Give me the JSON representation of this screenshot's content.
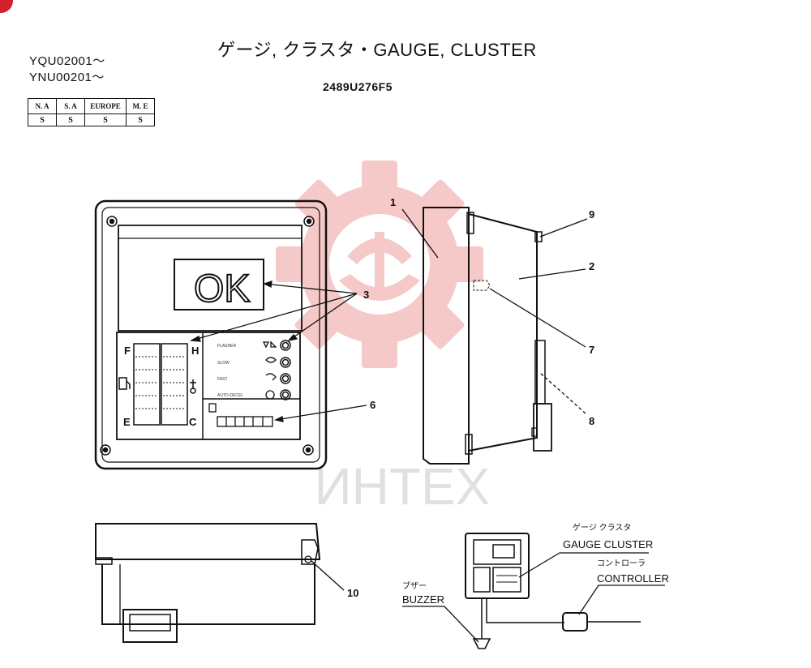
{
  "header": {
    "title": "ゲージ, クラスタ・GAUGE, CLUSTER",
    "serials": [
      "YQU02001～",
      "YNU00201～"
    ],
    "part_number": "2489U276F5"
  },
  "market_table": {
    "headers": [
      "N. A",
      "S. A",
      "EUROPE",
      "M. E"
    ],
    "values": [
      "S",
      "S",
      "S",
      "S"
    ]
  },
  "watermark": {
    "text": "ИНТЕХ"
  },
  "front_view": {
    "display_text": "OK",
    "gauge_left_top": "F",
    "gauge_left_bottom": "E",
    "gauge_right_top": "H",
    "gauge_right_bottom": "C",
    "indicator_rows": [
      "FLASHER",
      "SLOW",
      "FAST",
      "AUTO-DECEL"
    ]
  },
  "callouts": [
    "1",
    "2",
    "3",
    "6",
    "7",
    "8",
    "9",
    "10"
  ],
  "schematic": {
    "gauge_cluster_jp": "ゲージ クラスタ",
    "gauge_cluster_en": "GAUGE CLUSTER",
    "controller_jp": "コントローラ",
    "controller_en": "CONTROLLER",
    "buzzer_jp": "ブザー",
    "buzzer_en": "BUZZER"
  },
  "colors": {
    "ink": "#111111",
    "watermark_red": "#f4b8b8",
    "watermark_gray": "#d6d6d6",
    "corner_red": "#d4202a"
  }
}
